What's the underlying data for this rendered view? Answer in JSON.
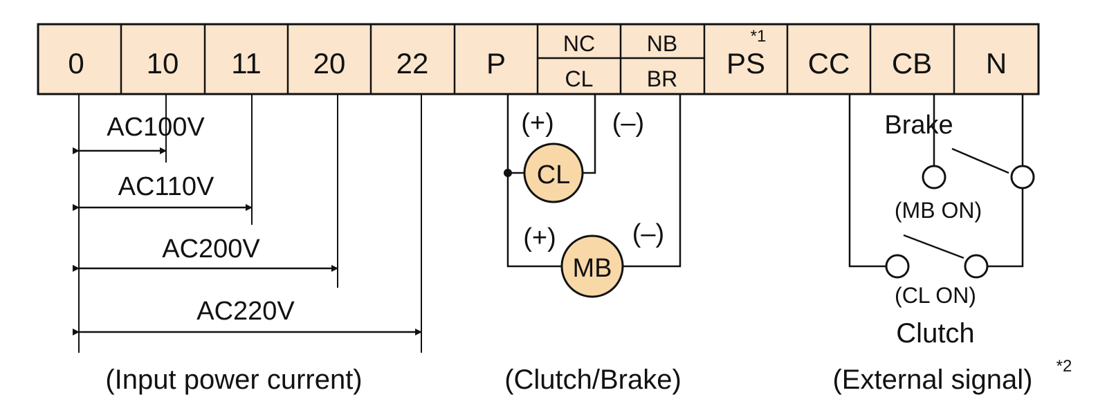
{
  "terminals": [
    "0",
    "10",
    "11",
    "20",
    "22",
    "P",
    "NC",
    "CL",
    "NB",
    "BR",
    "PS",
    "CC",
    "CB",
    "N"
  ],
  "footnote_ps": "*1",
  "footnote_signal": "*2",
  "voltages": [
    "AC100V",
    "AC110V",
    "AC200V",
    "AC220V"
  ],
  "polarity": {
    "plus": "(+)",
    "minus": "(–)"
  },
  "components": {
    "clutch_coil": "CL",
    "brake_coil": "MB"
  },
  "signal": {
    "brake": "Brake",
    "mb_on": "(MB ON)",
    "cl_on": "(CL ON)",
    "clutch": "Clutch"
  },
  "captions": {
    "power": "(Input power current)",
    "clutch_brake": "(Clutch/Brake)",
    "external": "(External signal)"
  },
  "colors": {
    "terminal_fill": "#fbe5cc",
    "coil_fill": "#f9d8a8",
    "line": "#111111"
  }
}
